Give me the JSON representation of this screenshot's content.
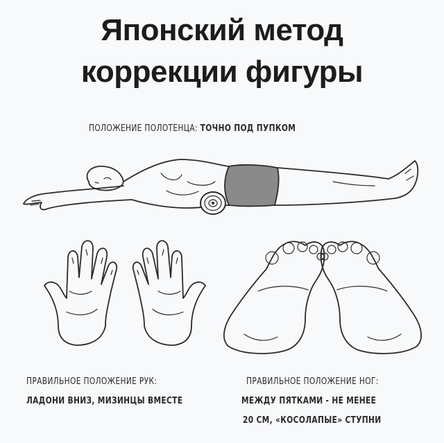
{
  "title": {
    "line1": "Японский метод",
    "line2": "коррекции фигуры"
  },
  "towel": {
    "label": "ПОЛОЖЕНИЕ ПОЛОТЕНЦА:",
    "value": "ТОЧНО ПОД ПУПКОМ"
  },
  "hands": {
    "line1": "ПРАВИЛЬНОЕ ПОЛОЖЕНИЕ РУК:",
    "line2": "ЛАДОНИ ВНИЗ, МИЗИНЦЫ ВМЕСТЕ"
  },
  "feet": {
    "line1": "ПРАВИЛЬНОЕ ПОЛОЖЕНИЕ НОГ:",
    "line2": "МЕЖДУ ПЯТКАМИ - НЕ МЕНЕЕ",
    "line3": "20 СМ, «КОСОЛАПЫЕ» СТУПНИ"
  },
  "colors": {
    "background": "#f7f9fa",
    "ink": "#2b2b2b",
    "shorts": "#8a8a8a"
  }
}
